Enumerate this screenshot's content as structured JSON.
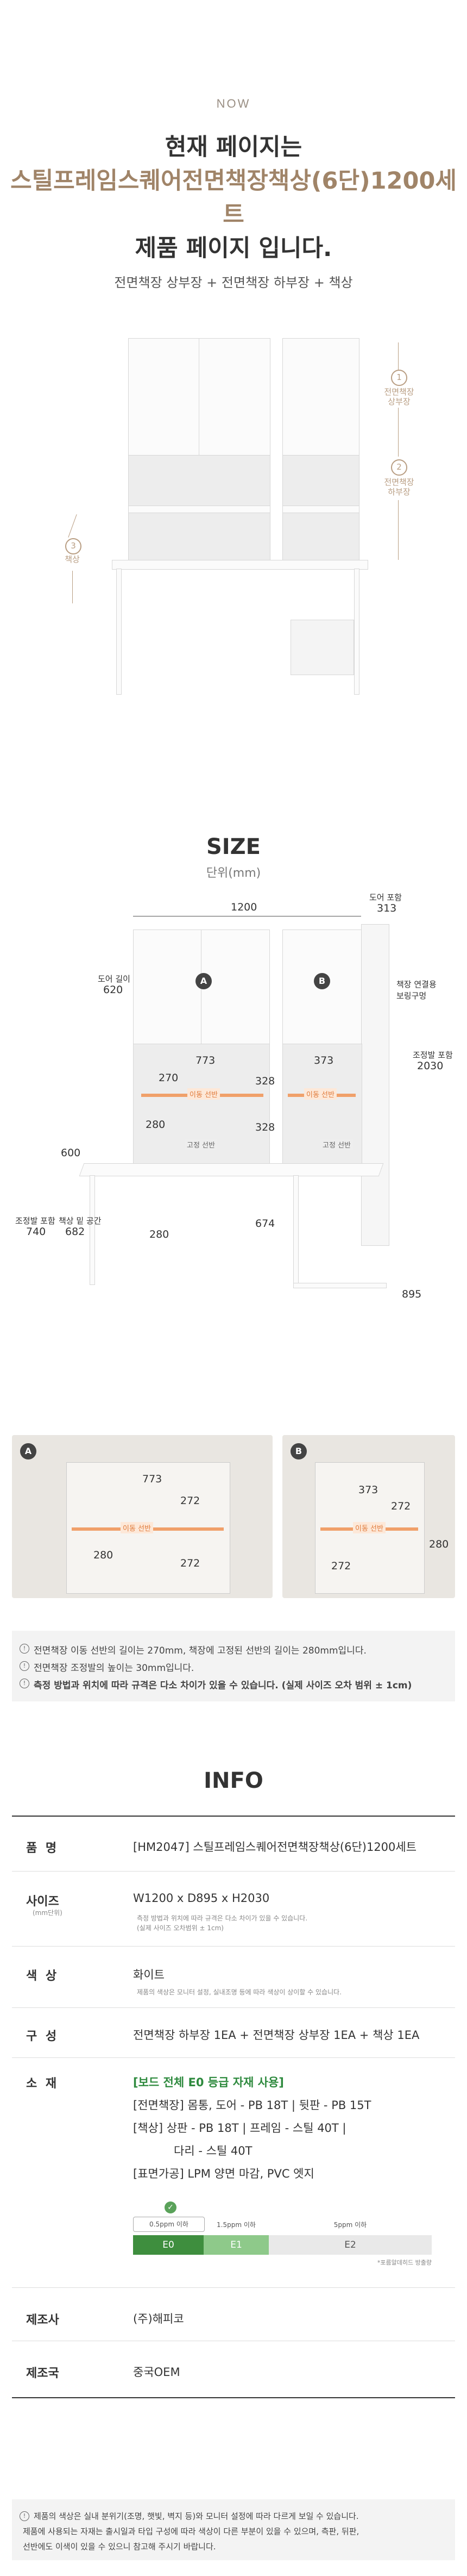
{
  "top": {
    "now_label": "NOW",
    "headline_line1": "현재 페이지는",
    "headline_line2": "스틸프레임스퀘어전면책장책상(6단)1200세트",
    "headline_line3": "제품 페이지 입니다.",
    "subline": "전면책장 상부장 + 전면책장 하부장 + 책상",
    "labels": [
      {
        "num": "1",
        "text": "전면책장\n상부장"
      },
      {
        "num": "2",
        "text": "전면책장\n하부장"
      },
      {
        "num": "3",
        "text": "책상"
      }
    ]
  },
  "size": {
    "title": "SIZE",
    "unit": "단위(mm)",
    "dims": {
      "width": "1200",
      "door_incl": "도어 포함",
      "door_depth": "313",
      "door_height_label": "도어 길이",
      "door_height": "620",
      "a_label": "A",
      "b_label": "B",
      "shelf_773": "773",
      "shelf_328a": "328",
      "shelf_373": "373",
      "shelf_270": "270",
      "shelf_280": "280",
      "shelf_328b": "328",
      "move_tag": "이동 선반",
      "fixed_tag": "고정 선반",
      "desk_600": "600",
      "height_incl": "조정발 포함",
      "height_740": "740",
      "space_label": "책상 밑 공간",
      "space_682": "682",
      "d_280": "280",
      "d_674": "674",
      "d_895": "895",
      "height_2030": "2030",
      "link_label": "책장 연결용\n보링구멍"
    },
    "photo_a": {
      "circle": "A",
      "v773": "773",
      "v272a": "272",
      "v280": "280",
      "v272b": "272",
      "tag": "이동 선반"
    },
    "photo_b": {
      "circle": "B",
      "v373": "373",
      "v272a": "272",
      "v280": "280",
      "v272b": "272",
      "tag": "이동 선반"
    }
  },
  "notes": {
    "n1": "전면책장 이동 선반의 길이는 270mm, 책장에 고정된 선반의 길이는 280mm입니다.",
    "n2": "전면책장 조정발의 높이는 30mm입니다.",
    "n3": "측정 방법과 위치에 따라 규격은 다소 차이가 있을 수 있습니다. (실제 사이즈 오차 범위 ± 1cm)"
  },
  "info": {
    "title": "INFO",
    "rows": {
      "name_label": "품 명",
      "name_value": "[HM2047] 스틸프레임스퀘어전면책장책상(6단)1200세트",
      "size_label": "사이즈",
      "size_sub": "(mm단위)",
      "size_value": "W1200 x D895 x H2030",
      "size_note1": "측정 방법과 위치에 따라 규격은 다소 차이가 있을 수 있습니다.",
      "size_note2": "(실제 사이즈 오차범위 ± 1cm)",
      "color_label": "색 상",
      "color_value": "화이트",
      "color_note": "제품의 색상은 모니터 설정, 실내조명 등에 따라 색상이 상이할 수 있습니다.",
      "compose_label": "구 성",
      "compose_value": "전면책장 하부장 1EA + 전면책장 상부장 1EA + 책상 1EA",
      "material_label": "소 재",
      "material_head": "[보드 전체 E0 등급 자재 사용]",
      "material_1": "[전면책장] 몸통, 도어 - PB 18T  |  뒷판 - PB 15T",
      "material_2": "[책상] 상판 - PB 18T  |  프레임 - 스틸 40T  |",
      "material_3": "다리 - 스틸 40T",
      "material_4": "[표면가공] LPM 양면 마감, PVC 엣지",
      "grade_e0_top": "0.5ppm 이하",
      "grade_e1_top": "1.5ppm 이하",
      "grade_e2_top": "5ppm 이하",
      "grade_e0": "E0",
      "grade_e1": "E1",
      "grade_e2": "E2",
      "grade_note": "*포름알데히드 방출량",
      "maker_label": "제조사",
      "maker_value": "(주)해피코",
      "origin_label": "제조국",
      "origin_value": "중국OEM"
    }
  },
  "bottom_note": {
    "line1": "제품의 색상은 실내 분위기(조명, 햇빛, 벽지 등)와 모니터 설정에 따라 다르게 보일 수 있습니다.",
    "line2": "제품에 사용되는 자재는 출시일과 타입 구성에 따라 색상이 다른 부분이 있을 수 있으며, 측판, 뒤판,",
    "line3": "선반에도 이색이 있을 수 있으니 참고해 주시기 바랍니다."
  }
}
